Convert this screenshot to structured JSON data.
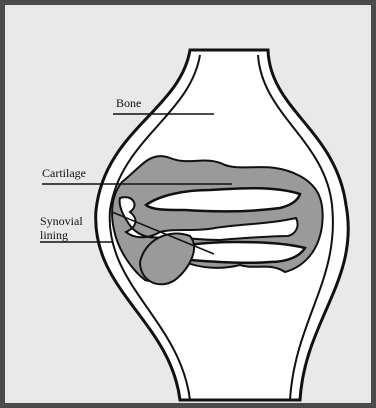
{
  "diagram": {
    "labels": {
      "bone": "Bone",
      "cartilage": "Cartilage",
      "synovial_line1": "Synovial",
      "synovial_line2": "lining"
    },
    "colors": {
      "background": "#e9e9e9",
      "border": "#4a4a4a",
      "bone_fill": "#ffffff",
      "tissue_fill": "#9a9a9a",
      "ink": "#111111"
    }
  }
}
